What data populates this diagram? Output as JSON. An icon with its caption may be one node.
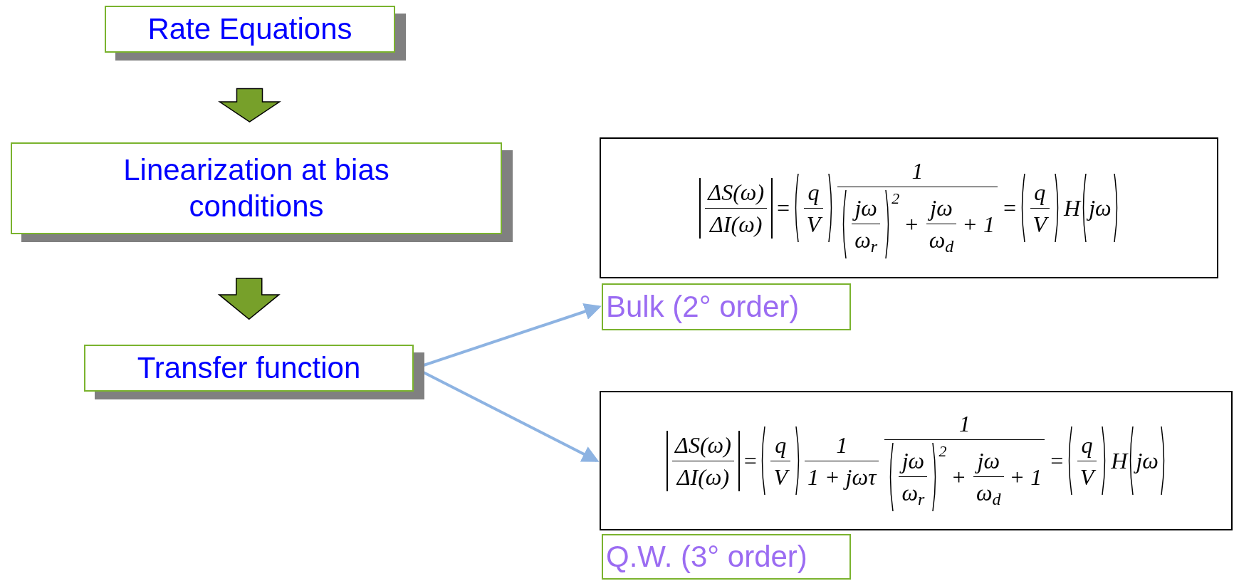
{
  "diagram": {
    "nodes": [
      {
        "text": [
          "Rate Equations"
        ]
      },
      {
        "text": [
          "Linearization at bias conditions"
        ]
      },
      {
        "text": [
          "Transfer function"
        ]
      },
      {
        "text": [
          "ΔS(ω)",
          "ΔI(ω)",
          "=",
          "q",
          "V",
          "1",
          "jω",
          "ω$_{r}$",
          "2",
          "+",
          "jω",
          "ω$_{d}$",
          "+ 1",
          "=",
          "q",
          "V",
          "H",
          "jω"
        ]
      },
      {
        "text": [
          "Bulk (2° order)"
        ]
      },
      {
        "text": [
          "ΔS(ω)",
          "ΔI(ω)",
          "=",
          "q",
          "V",
          "1",
          "1 + jωτ",
          "1",
          "jω",
          "ω$_{r}$",
          "2",
          "+",
          "jω",
          "ω$_{d}$",
          "+ 1",
          "=",
          "q",
          "V",
          "H",
          "jω"
        ]
      },
      {
        "text": [
          "Q.W. (3° order)"
        ]
      }
    ],
    "edges": [
      {
        "from": 0,
        "to": 1,
        "arrow": "to",
        "style": "thick",
        "color": "#77a02a"
      },
      {
        "from": 1,
        "to": 2,
        "arrow": "to",
        "style": "thick",
        "color": "#77a02a"
      },
      {
        "from": 2,
        "to": 4,
        "arrow": "to"
      },
      {
        "from": 2,
        "to": 5,
        "arrow": "to"
      }
    ]
  }
}
